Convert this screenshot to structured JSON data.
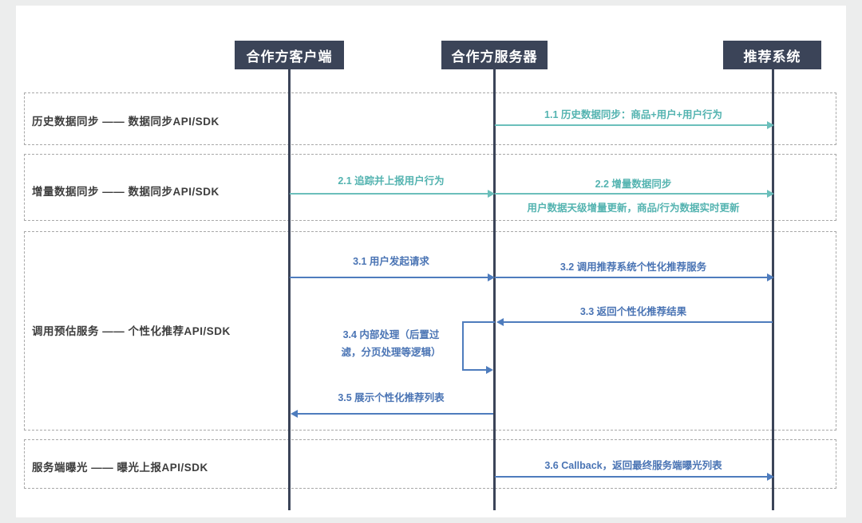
{
  "canvas": {
    "background": "#eceded",
    "card_background": "#ffffff"
  },
  "colors": {
    "actor_box": "#3b4458",
    "lifeline": "#3b4458",
    "teal": "#6bbfbb",
    "teal_text": "#53b3b0",
    "blue": "#4e7cbd",
    "blue_text": "#4a74b4",
    "band_border": "#a8a8a8",
    "band_label_text": "#3d3d3d"
  },
  "actors": [
    {
      "id": "client",
      "label": "合作方客户端"
    },
    {
      "id": "server",
      "label": "合作方服务器"
    },
    {
      "id": "recsys",
      "label": "推荐系统"
    }
  ],
  "bands": [
    {
      "id": "history-sync",
      "label": "历史数据同步 —— 数据同步API/SDK"
    },
    {
      "id": "incremental-sync",
      "label": "增量数据同步 —— 数据同步API/SDK"
    },
    {
      "id": "predict-service",
      "label": "调用预估服务 —— 个性化推荐API/SDK"
    },
    {
      "id": "server-exposure",
      "label": "服务端曝光 —— 曝光上报API/SDK"
    }
  ],
  "messages": [
    {
      "id": "m11",
      "label": "1.1 历史数据同步：商品+用户+用户行为",
      "from": "server",
      "to": "recsys",
      "direction": "right",
      "color": "teal"
    },
    {
      "id": "m21",
      "label": "2.1 追踪并上报用户行为",
      "from": "client",
      "to": "server",
      "direction": "right",
      "color": "teal"
    },
    {
      "id": "m22",
      "label": "2.2 增量数据同步",
      "sublabel": "用户数据天级增量更新，商品/行为数据实时更新",
      "from": "server",
      "to": "recsys",
      "direction": "right",
      "color": "teal"
    },
    {
      "id": "m31",
      "label": "3.1 用户发起请求",
      "from": "client",
      "to": "server",
      "direction": "right",
      "color": "blue"
    },
    {
      "id": "m32",
      "label": "3.2 调用推荐系统个性化推荐服务",
      "from": "server",
      "to": "recsys",
      "direction": "right",
      "color": "blue"
    },
    {
      "id": "m33",
      "label": "3.3 返回个性化推荐结果",
      "from": "recsys",
      "to": "server",
      "direction": "left",
      "color": "blue"
    },
    {
      "id": "m34",
      "label_line1": "3.4 内部处理（后置过",
      "label_line2": "滤，分页处理等逻辑）",
      "self_on": "server",
      "type": "self-loop",
      "color": "blue"
    },
    {
      "id": "m35",
      "label": "3.5 展示个性化推荐列表",
      "from": "server",
      "to": "client",
      "direction": "left",
      "color": "blue"
    },
    {
      "id": "m36",
      "label": "3.6 Callback，返回最终服务端曝光列表",
      "from": "server",
      "to": "recsys",
      "direction": "right",
      "color": "blue"
    }
  ]
}
